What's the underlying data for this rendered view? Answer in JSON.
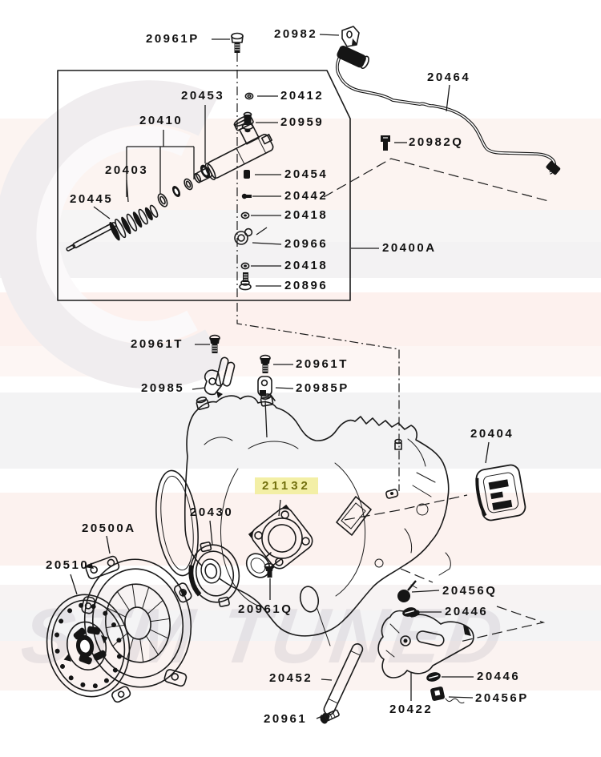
{
  "diagram": {
    "type": "exploded-parts-diagram",
    "subject": "clutch and clutch control",
    "line_color": "#1a1a1a",
    "watermark": "STM TUNED",
    "highlight": {
      "part": "21132",
      "bg": "#f3efa6",
      "fg": "#72700e"
    }
  },
  "labels": {
    "p20961P": "20961P",
    "p20982": "20982",
    "p20464": "20464",
    "p20982Q": "20982Q",
    "p20412": "20412",
    "p20959": "20959",
    "p20453": "20453",
    "p20410": "20410",
    "p20403": "20403",
    "p20445": "20445",
    "p20454": "20454",
    "p20442": "20442",
    "p20418": "20418",
    "p20966": "20966",
    "p20896": "20896",
    "p20400A": "20400A",
    "p20961T": "20961T",
    "p20985": "20985",
    "p20985P": "20985P",
    "p20404": "20404",
    "p21132": "21132",
    "p20430": "20430",
    "p20500A": "20500A",
    "p20510": "20510",
    "p20961Q": "20961Q",
    "p20456Q": "20456Q",
    "p20446": "20446",
    "p20422": "20422",
    "p20452": "20452",
    "p20961": "20961",
    "p20456P": "20456P"
  }
}
